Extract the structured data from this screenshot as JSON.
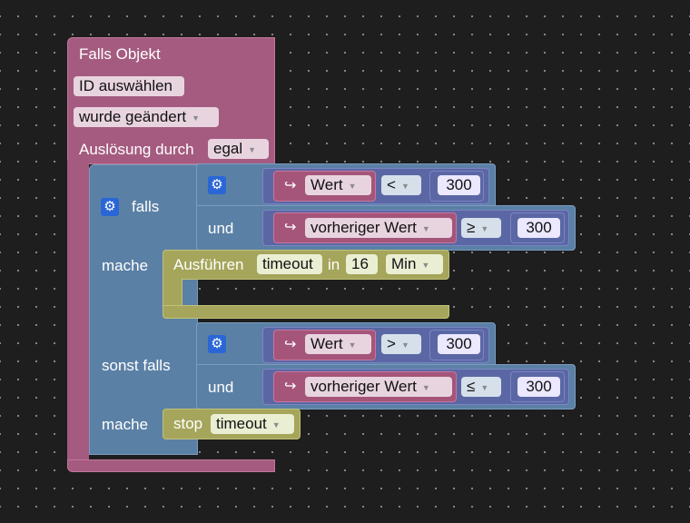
{
  "event_block": {
    "title": "Falls Objekt",
    "id_field": "ID auswählen",
    "change_dropdown": "wurde geändert",
    "trigger_label": "Auslösung durch",
    "trigger_dropdown": "egal"
  },
  "if_block": {
    "if_label": "falls",
    "do_label": "mache",
    "elseif_label": "sonst falls",
    "do2_label": "mache"
  },
  "and_label": "und",
  "cond1": {
    "var1": "Wert",
    "op1": "<",
    "num1": "300",
    "var2": "vorheriger Wert",
    "op2": "≥",
    "num2": "300"
  },
  "cond2": {
    "var1": "Wert",
    "op1": ">",
    "num1": "300",
    "var2": "vorheriger Wert",
    "op2": "≤",
    "num2": "300"
  },
  "timeout_block": {
    "label": "Ausführen",
    "name": "timeout",
    "in_label": "in",
    "value": "16",
    "unit": "Min"
  },
  "stop_block": {
    "label": "stop",
    "name": "timeout"
  },
  "colors": {
    "event": "#a55b80",
    "logic": "#5b80a5",
    "variable": "#a5557a",
    "compare": "#5b67a5",
    "timer": "#a5a55b",
    "gear": "#2a66d6"
  }
}
